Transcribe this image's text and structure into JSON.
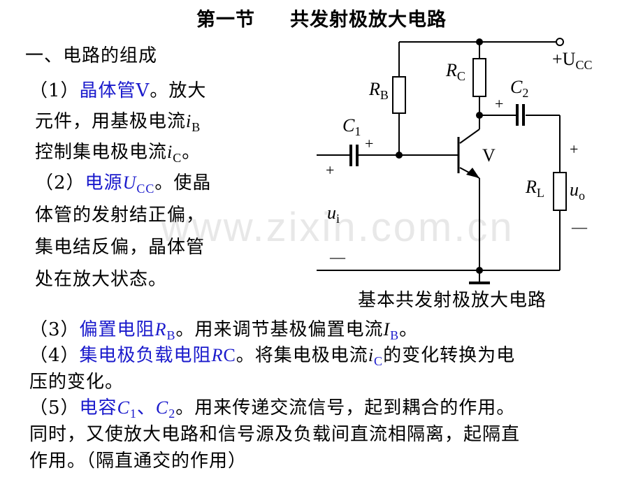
{
  "slide": {
    "title": {
      "section": "第一节",
      "topic": "共发射极放大电路"
    },
    "heading": "一、电路的组成",
    "items": [
      {
        "number": "（1）",
        "term": "晶体管V",
        "line1_rest": "。放大",
        "line2": "元件，用基极电流",
        "line2_var": "i",
        "line2_sub": "B",
        "line3": "控制集电极电流",
        "line3_var": "i",
        "line3_sub": "C",
        "line3_end": "。"
      },
      {
        "number": "（2）",
        "term": "电源",
        "term_var": "U",
        "term_sub": "CC",
        "line1_rest": "。使晶",
        "line2": "体管的发射结正偏，",
        "line3": "集电结反偏，晶体管",
        "line4": "处在放大状态。"
      },
      {
        "number": "（3）",
        "term": "偏置电阻",
        "term_var": "R",
        "term_sub": "B",
        "rest": "。用来调节基极偏置电流",
        "rest_var": "I",
        "rest_sub": "B",
        "end": "。"
      },
      {
        "number": "（4）",
        "term": "集电极负载电阻",
        "term_var": "R",
        "term_suffix": "C",
        "rest": "。将集电极电流",
        "rest_var": "i",
        "rest_sub": "C",
        "rest2": "的变化转换为电",
        "line2": "压的变化。"
      },
      {
        "number": "（5）",
        "term": "电容",
        "term_var1": "C",
        "term_sub1": "1",
        "term_sep": "、",
        "term_var2": "C",
        "term_sub2": "2",
        "rest": "。用来传递交流信号，起到耦合的作用。",
        "line2": "同时，又使放大电路和信号源及负载间直流相隔离，起隔直",
        "line3": "作用。（隔直通交的作用）"
      }
    ],
    "watermark": "www.zixin.com.cn"
  },
  "circuit": {
    "caption": "基本共发射极放大电路",
    "labels": {
      "supply": "+U",
      "supply_sub": "CC",
      "rb": "R",
      "rb_sub": "B",
      "rc": "R",
      "rc_sub": "C",
      "c1": "C",
      "c1_sub": "1",
      "c2": "C",
      "c2_sub": "2",
      "transistor": "V",
      "rl": "R",
      "rl_sub": "L",
      "uo": "u",
      "uo_sub": "o",
      "ui": "u",
      "ui_sub": "i",
      "plus": "+",
      "minus": "—"
    }
  },
  "colors": {
    "highlight": "#1a1acc",
    "text": "#000000",
    "watermark": "#e3e3e3"
  }
}
